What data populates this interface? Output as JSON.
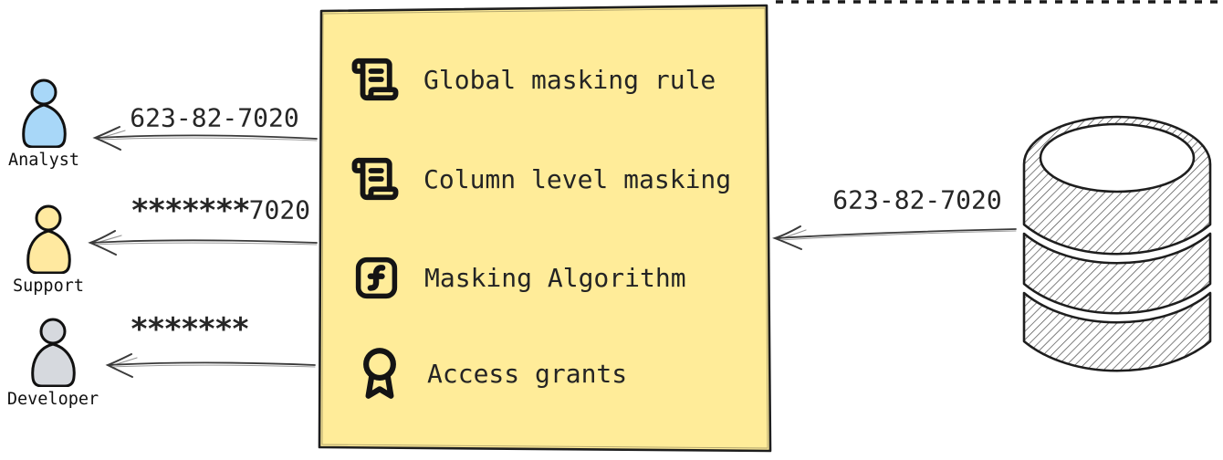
{
  "palette": {
    "ink": "#1e1e1e",
    "box_fill": "#ffec99",
    "analyst_fill": "#a8d7f8",
    "support_fill": "#ffe9a0",
    "developer_fill": "#d6d9de"
  },
  "personas": [
    {
      "name": "Analyst"
    },
    {
      "name": "Support"
    },
    {
      "name": "Developer"
    }
  ],
  "flows": [
    {
      "to": "Analyst",
      "mask": "",
      "visible": "623-82-7020"
    },
    {
      "to": "Support",
      "mask": "*******",
      "visible": "7020"
    },
    {
      "to": "Developer",
      "mask": "*******",
      "visible": ""
    },
    {
      "to": "masking-box",
      "mask": "",
      "visible": "623-82-7020"
    }
  ],
  "masking_box": {
    "items": [
      {
        "icon": "scroll-text-icon",
        "label": "Global masking rule"
      },
      {
        "icon": "scroll-text-icon",
        "label": "Column level masking"
      },
      {
        "icon": "function-square-icon",
        "label": "Masking Algorithm"
      },
      {
        "icon": "award-icon",
        "label": "Access grants"
      }
    ]
  },
  "database": {
    "icon": "database-icon"
  }
}
